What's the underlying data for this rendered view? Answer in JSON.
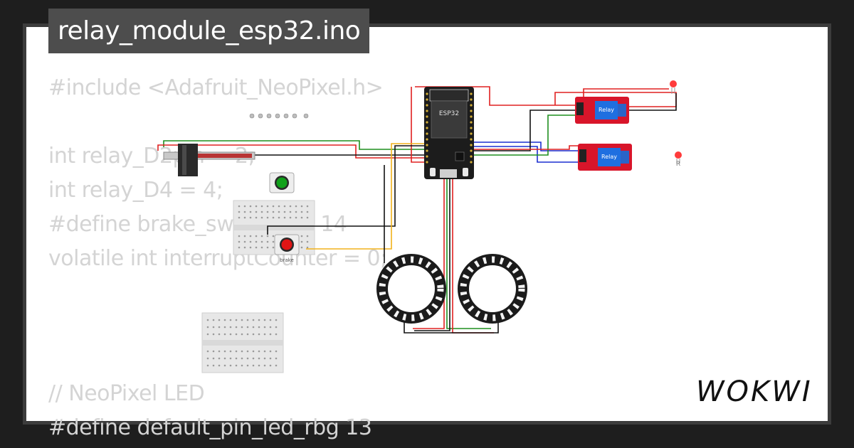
{
  "title": "relay_module_esp32.ino",
  "brand": "WOKWI",
  "code_lines": [
    "#include <Adafruit_NeoPixel.h>",
    "",
    "int relay_D2pin = 2;",
    "int relay_D4 = 4;",
    "#define brake_switch_pin 14",
    "volatile int interruptCounter = 0;",
    "",
    "",
    "// NeoPixel LED",
    "#define default_pin_led_rbg 13"
  ],
  "parts": {
    "esp32_label": "ESP32",
    "relay1_label": "Relay",
    "relay2_label": "Relay",
    "button_label": "brake",
    "led_label": "R"
  },
  "colors": {
    "background": "#1e1e1e",
    "frame": "#3c3c3c",
    "canvas": "#ffffff",
    "code_text": "#d4d4d4",
    "title_bg": "#4d4d4d",
    "wire_red": "#e02020",
    "wire_black": "#111111",
    "wire_green": "#1f8f1f",
    "wire_blue": "#1b2fd0",
    "wire_yellow": "#f2b21b",
    "relay_board": "#d8152a",
    "relay_block": "#1f6fe0",
    "neopixel_ring": "#1b1b1b"
  }
}
